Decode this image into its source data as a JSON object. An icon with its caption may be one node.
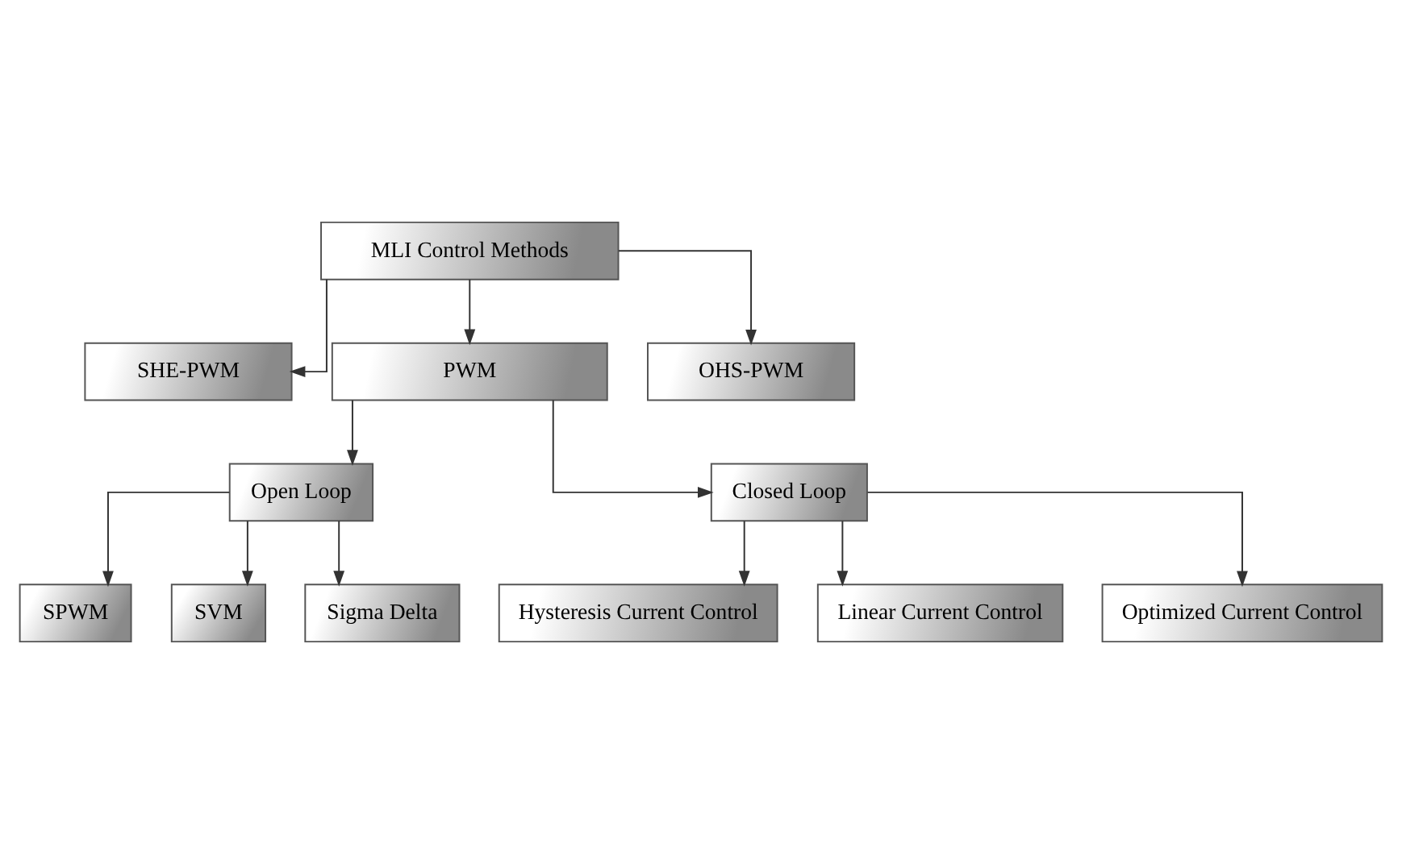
{
  "diagram": {
    "nodes": [
      {
        "text": [
          "MLI Control Methods"
        ]
      },
      {
        "text": [
          "SHE-PWM"
        ]
      },
      {
        "text": [
          "PWM"
        ]
      },
      {
        "text": [
          "OHS-PWM"
        ]
      },
      {
        "text": [
          "Open Loop"
        ]
      },
      {
        "text": [
          "Closed Loop"
        ]
      },
      {
        "text": [
          "SPWM"
        ]
      },
      {
        "text": [
          "SVM"
        ]
      },
      {
        "text": [
          "Sigma Delta"
        ]
      },
      {
        "text": [
          "Hysteresis Current Control"
        ]
      },
      {
        "text": [
          "Linear Current Control"
        ]
      },
      {
        "text": [
          "Optimized Current Control"
        ]
      }
    ],
    "edges": [
      {
        "from": 0,
        "to": 1,
        "arrow": "to"
      },
      {
        "from": 0,
        "to": 2,
        "arrow": "to"
      },
      {
        "from": 0,
        "to": 3,
        "arrow": "to"
      },
      {
        "from": 2,
        "to": 4,
        "arrow": "to"
      },
      {
        "from": 2,
        "to": 5,
        "arrow": "to"
      },
      {
        "from": 4,
        "to": 6,
        "arrow": "to"
      },
      {
        "from": 4,
        "to": 7,
        "arrow": "to"
      },
      {
        "from": 4,
        "to": 8,
        "arrow": "to"
      },
      {
        "from": 5,
        "to": 9,
        "arrow": "to"
      },
      {
        "from": 5,
        "to": 10,
        "arrow": "to"
      },
      {
        "from": 5,
        "to": 11,
        "arrow": "to"
      }
    ]
  }
}
